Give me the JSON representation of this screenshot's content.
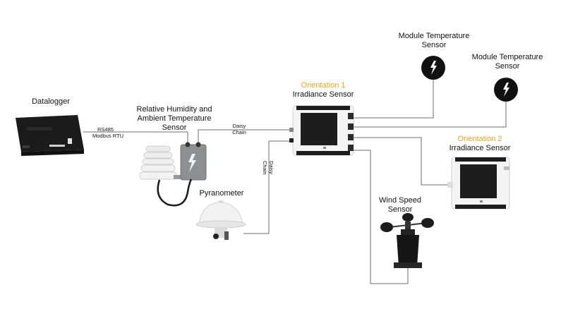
{
  "labels": {
    "datalogger": "Datalogger",
    "rh_sensor": [
      "Relative Humidity and",
      "Ambient Temperature",
      "Sensor"
    ],
    "pyranometer": "Pyranometer",
    "orientation1": "Orientation 1",
    "irradiance1": "Irradiance Sensor",
    "orientation2": "Orientation 2",
    "irradiance2": "Irradiance Sensor",
    "module_temp_1": [
      "Module Temperature",
      "Sensor"
    ],
    "module_temp_2": [
      "Module Temperature",
      "Sensor"
    ],
    "wind_speed": [
      "Wind Speed",
      "Sensor"
    ]
  },
  "connections": {
    "rs485": [
      "RS485",
      "Modbus RTU"
    ],
    "daisy_chain_h": [
      "Daisy",
      "Chain"
    ],
    "daisy_chain_v": [
      "Daisy",
      "Chain"
    ]
  },
  "colors": {
    "accent": "#f0a21a",
    "line": "#6d6d6d",
    "device_dark": "#1d1d1d",
    "housing": "#f4f4f4"
  },
  "icons": {
    "module_temp": "lightning-bolt-icon"
  }
}
